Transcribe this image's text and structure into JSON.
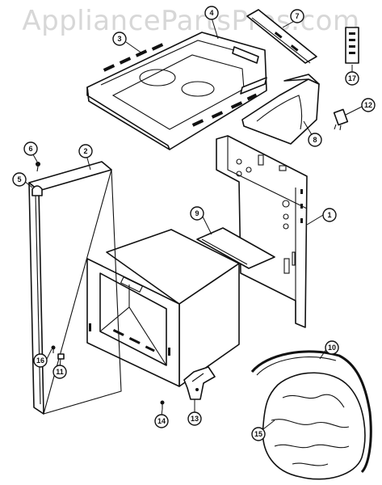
{
  "watermark": "AppliancePartsPros.com",
  "callouts": [
    {
      "id": "c1",
      "label": "1"
    },
    {
      "id": "c2",
      "label": "2"
    },
    {
      "id": "c3",
      "label": "3"
    },
    {
      "id": "c4",
      "label": "4"
    },
    {
      "id": "c5",
      "label": "5"
    },
    {
      "id": "c6",
      "label": "6"
    },
    {
      "id": "c7",
      "label": "7"
    },
    {
      "id": "c8",
      "label": "8"
    },
    {
      "id": "c9",
      "label": "9"
    },
    {
      "id": "c10",
      "label": "10"
    },
    {
      "id": "c11",
      "label": "11"
    },
    {
      "id": "c12",
      "label": "12"
    },
    {
      "id": "c13",
      "label": "13"
    },
    {
      "id": "c14",
      "label": "14"
    },
    {
      "id": "c15",
      "label": "15"
    },
    {
      "id": "c16",
      "label": "16"
    },
    {
      "id": "c17",
      "label": "17"
    }
  ]
}
